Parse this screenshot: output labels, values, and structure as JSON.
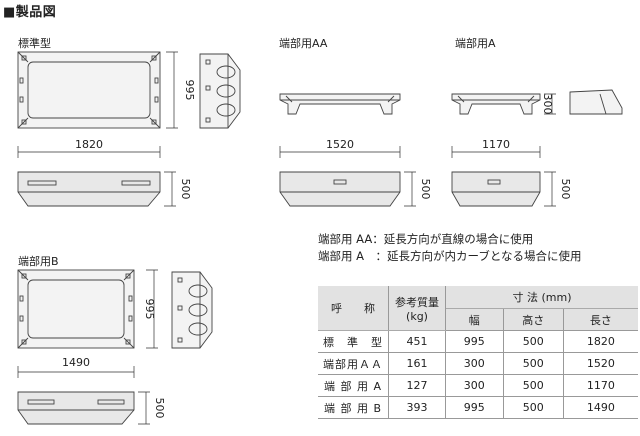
{
  "header": "■製品図",
  "labels": {
    "standard": "標準型",
    "aa": "端部用AA",
    "a": "端部用A",
    "b": "端部用B"
  },
  "dims": {
    "std_width": "1820",
    "std_depth": "995",
    "std_height": "500",
    "aa_width": "1520",
    "aa_height": "500",
    "a_width": "1170",
    "a_side": "300",
    "a_height": "500",
    "b_width": "1490",
    "b_depth": "995",
    "b_height": "500"
  },
  "notes": {
    "aa": "端部用 AA：延長方向が直線の場合に使用",
    "a": "端部用 A　：延長方向が内カーブとなる場合に使用"
  },
  "table": {
    "h_name": "呼　　称",
    "h_weight": "参考質量",
    "h_weight_unit": "(kg)",
    "h_dims": "寸 法 (mm)",
    "h_width": "幅",
    "h_height": "高さ",
    "h_length": "長さ",
    "rows": [
      {
        "name": "標　準　型",
        "weight": "451",
        "width": "995",
        "height": "500",
        "length": "1820"
      },
      {
        "name": "端部用ＡＡ",
        "weight": "161",
        "width": "300",
        "height": "500",
        "length": "1520"
      },
      {
        "name": "端 部 用 A",
        "weight": "127",
        "width": "300",
        "height": "500",
        "length": "1170"
      },
      {
        "name": "端 部 用 B",
        "weight": "393",
        "width": "995",
        "height": "500",
        "length": "1490"
      }
    ]
  }
}
